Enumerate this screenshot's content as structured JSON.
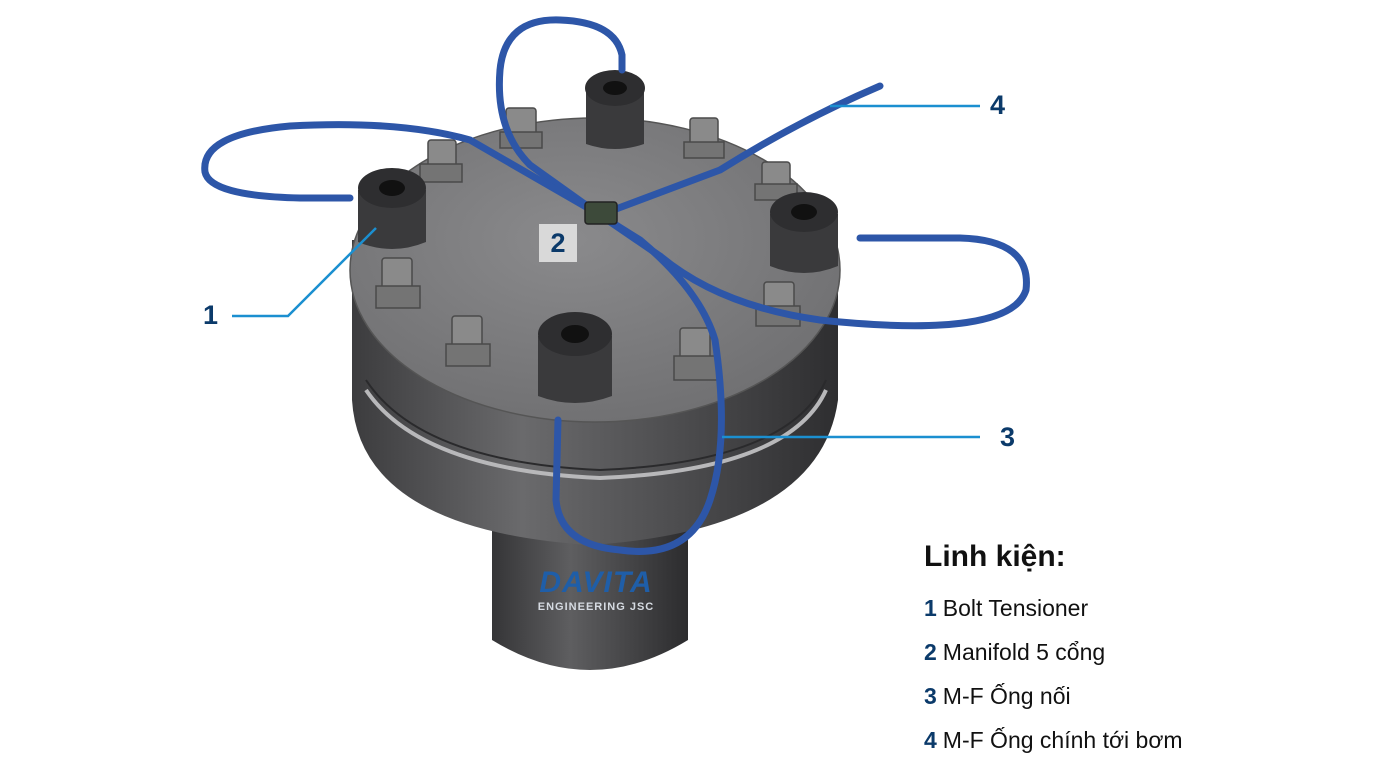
{
  "callouts": [
    {
      "number": "1"
    },
    {
      "number": "2"
    },
    {
      "number": "3"
    },
    {
      "number": "4"
    }
  ],
  "legend": {
    "title": "Linh kiện:",
    "items": [
      {
        "number": "1",
        "label": "Bolt Tensioner"
      },
      {
        "number": "2",
        "label": "Manifold 5 cổng"
      },
      {
        "number": "3",
        "label": "M-F Ống nối"
      },
      {
        "number": "4",
        "label": "M-F Ống chính tới bơm"
      }
    ]
  },
  "logo": {
    "brand": "DAVITA",
    "subtitle": "ENGINEERING JSC"
  },
  "colors": {
    "callout": "#0b3a6a",
    "leader": "#1b8fd0",
    "hose": "#2d56a8",
    "metal": "#5a5a5c"
  }
}
